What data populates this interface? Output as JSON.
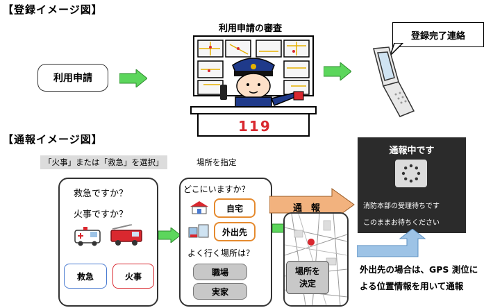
{
  "registration": {
    "title": "【登録イメージ図】",
    "apply_label": "利用申請",
    "review_caption": "利用申請の審査",
    "complete_label": "登録完了連絡",
    "desk_number": "119"
  },
  "report": {
    "title": "【通報イメージ図】",
    "select_tag": "「火事」または「救急」を選択」",
    "location_tag": "場所を指定",
    "card1": {
      "q1": "救急ですか？",
      "q2": "火事ですか？",
      "btn_ambulance": "救急",
      "btn_fire": "火事"
    },
    "card2": {
      "q": "どこにいますか？",
      "home": "自宅",
      "outside": "外出先",
      "frequent_q": "よく行く場所は？",
      "work": "職場",
      "parents": "実家"
    },
    "map_decide": "場所を\n決定",
    "tsuho_label": "通　報",
    "phone": {
      "status": "通報中です",
      "line1": "消防本部の受理待ちです",
      "line2": "このままお待ちください"
    },
    "gps_note_1": "外出先の場合は、GPS 測位に",
    "gps_note_2": "よる位置情報を用いて通報"
  },
  "colors": {
    "arrow_green": "#5cd65c",
    "arrow_orange": "#f2b27e",
    "arrow_blue": "#9dc3e6",
    "home_border": "#e58a2e",
    "ambulance_border": "#4a7bd1",
    "fire_border": "#d9282f",
    "chip_grey": "#c8c8c8"
  }
}
